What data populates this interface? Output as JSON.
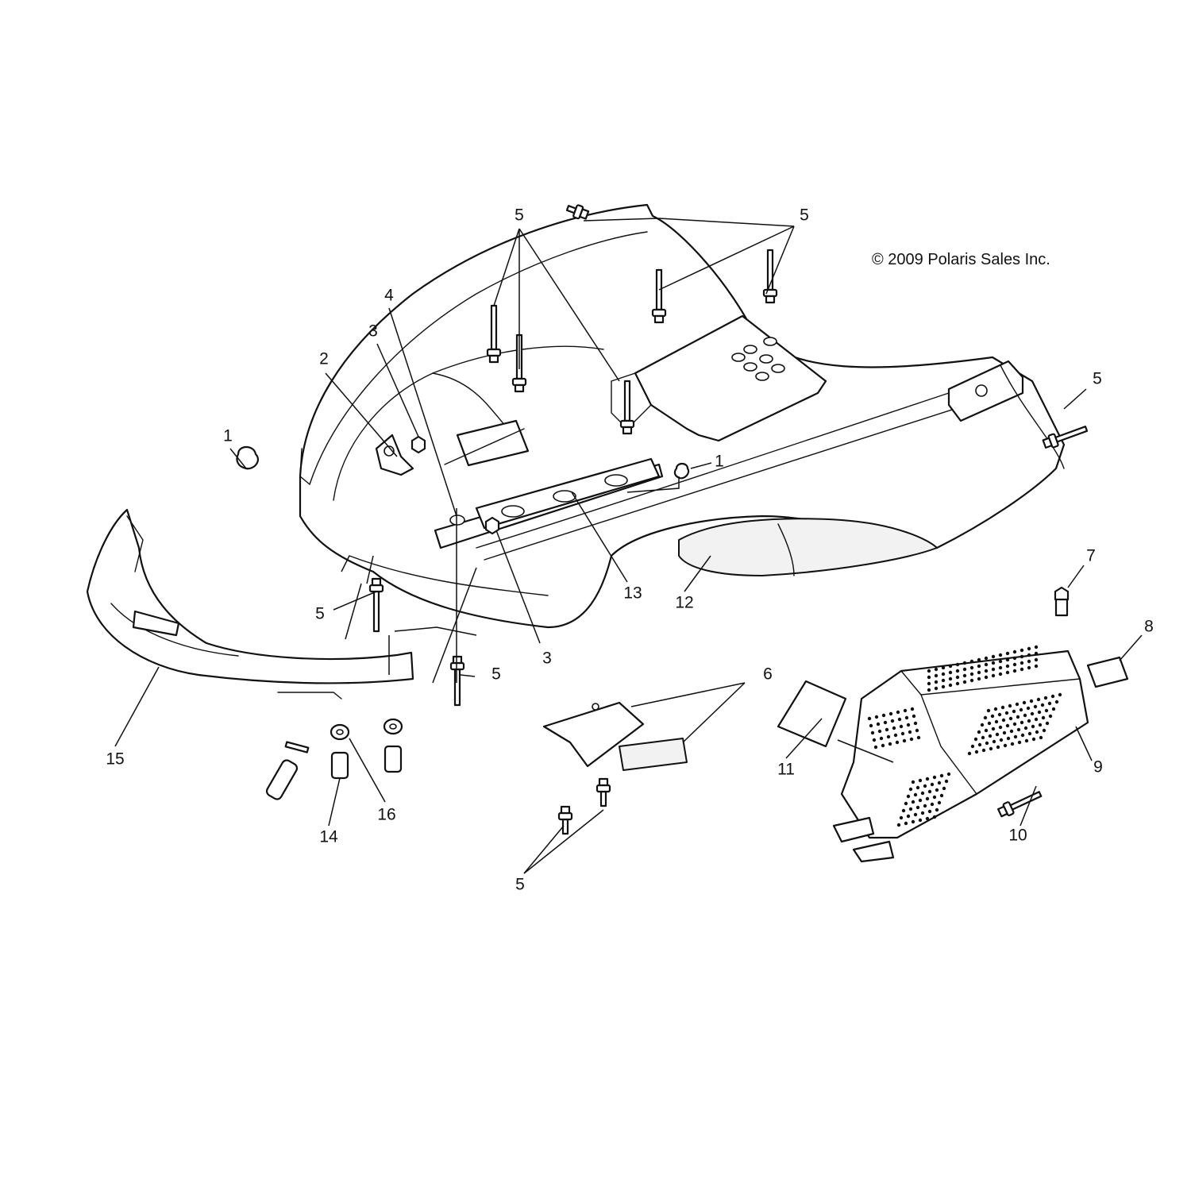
{
  "copyright": "© 2009 Polaris Sales Inc.",
  "callouts": {
    "c1a": "1",
    "c1b": "1",
    "c2": "2",
    "c3a": "3",
    "c3b": "3",
    "c4": "4",
    "c5_top_left": "5",
    "c5_top_right": "5",
    "c5_right": "5",
    "c5_left": "5",
    "c5_mid": "5",
    "c5_bottom": "5",
    "c6": "6",
    "c7": "7",
    "c8": "8",
    "c9": "9",
    "c10": "10",
    "c11": "11",
    "c12": "12",
    "c13": "13",
    "c14": "14",
    "c15": "15",
    "c16": "16"
  }
}
